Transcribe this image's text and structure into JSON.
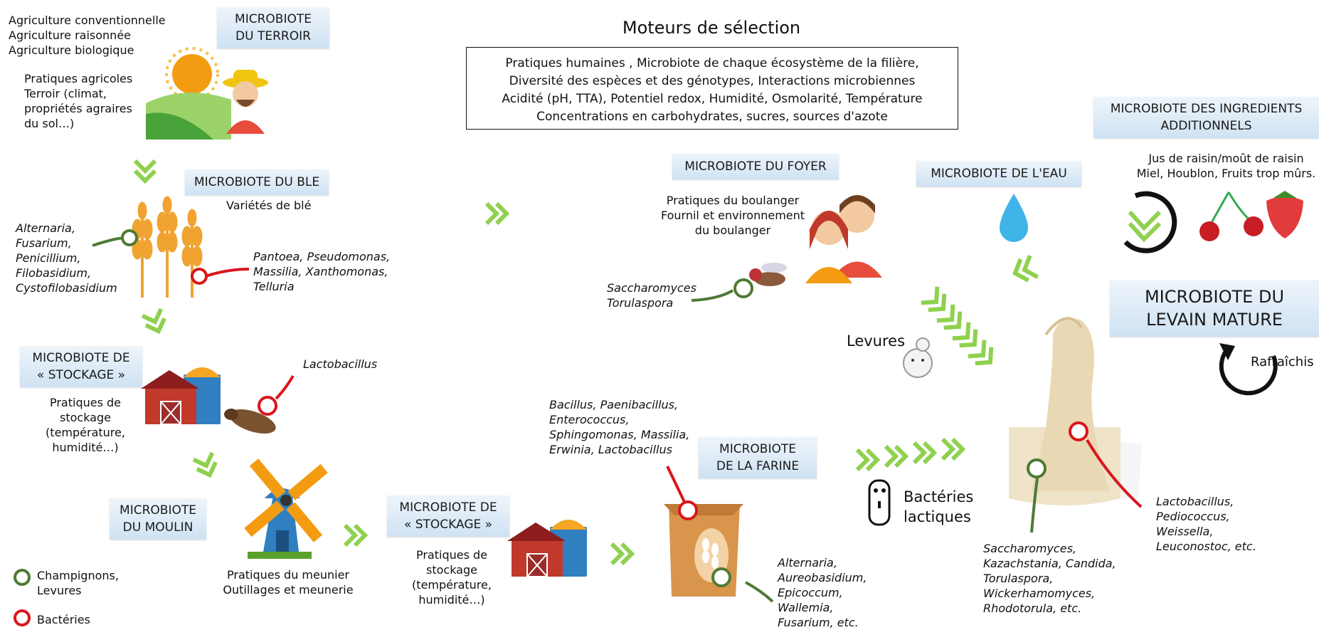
{
  "title": "Moteurs de sélection",
  "drivers": [
    "Pratiques humaines , Microbiote de chaque écosystème de la filière,",
    "Diversité des espèces et des génotypes, Interactions microbiennes",
    "Acidité (pH, TTA), Potentiel redox, Humidité, Osmolarité, Température",
    "Concentrations en carbohydrates, sucres, sources d'azote"
  ],
  "farming": [
    "Agriculture conventionnelle",
    "Agriculture raisonnée",
    "Agriculture biologique"
  ],
  "terroir_box": [
    "MICROBIOTE",
    "DU TERROIR"
  ],
  "terroir_practices": [
    "Pratiques agricoles",
    "Terroir (climat,",
    "propriétés agraires",
    "du sol…)"
  ],
  "ble_box": "MICROBIOTE DU BLE",
  "ble_varieties": "Variétés de blé",
  "ble_fungi": [
    "Alternaria,",
    "Fusarium,",
    "Penicillium,",
    "Filobasidium,",
    "Cystofilobasidium"
  ],
  "ble_bacteria": [
    "Pantoea, Pseudomonas,",
    "Massilia, Xanthomonas,",
    "Telluria"
  ],
  "stockage1_box": [
    "MICROBIOTE DE",
    "« STOCKAGE »"
  ],
  "stockage1_practices": [
    "Pratiques de",
    "stockage",
    "(température,",
    "humidité…)"
  ],
  "stockage1_bacteria": "Lactobacillus",
  "moulin_box": [
    "MICROBIOTE",
    "DU MOULIN"
  ],
  "moulin_practices": [
    "Pratiques du meunier",
    "Outillages et meunerie"
  ],
  "stockage2_box": [
    "MICROBIOTE DE",
    "« STOCKAGE »"
  ],
  "stockage2_practices": [
    "Pratiques de",
    "stockage",
    "(température,",
    "humidité…)"
  ],
  "farine_box": [
    "MICROBIOTE",
    "DE LA FARINE"
  ],
  "farine_bacteria": [
    "Bacillus, Paenibacillus,",
    "Enterococcus,",
    "Sphingomonas, Massilia,",
    "Erwinia, Lactobacillus"
  ],
  "farine_fungi": [
    "Alternaria,",
    "Aureobasidium,",
    "Epicoccum,",
    "Wallemia,",
    "Fusarium, etc."
  ],
  "foyer_box": "MICROBIOTE DU FOYER",
  "foyer_practices": [
    "Pratiques du boulanger",
    "Fournil et environnement",
    "du boulanger"
  ],
  "foyer_fungi": [
    "Saccharomyces",
    "Torulaspora"
  ],
  "eau_box": "MICROBIOTE DE L'EAU",
  "ingredients_box": [
    "MICROBIOTE DES INGREDIENTS",
    "ADDITIONNELS"
  ],
  "ingredients_list": [
    "Jus de raisin/moût de raisin",
    "Miel, Houblon, Fruits trop mûrs."
  ],
  "levain_box": [
    "MICROBIOTE DU",
    "LEVAIN MATURE"
  ],
  "rafraichis": "Rafraîchis",
  "levures": "Levures",
  "bacteries_lactiques": [
    "Bactéries",
    "lactiques"
  ],
  "levain_fungi": [
    "Saccharomyces,",
    "Kazachstania, Candida,",
    "Torulaspora,",
    "Wickerhamomyces,",
    "Rhodotorula, etc."
  ],
  "levain_bacteria": [
    "Lactobacillus,",
    "Pediococcus,",
    "Weissella,",
    "Leuconostoc, etc."
  ],
  "legend": {
    "fungi": [
      "Champignons,",
      "Levures"
    ],
    "bacteria": "Bactéries"
  },
  "colors": {
    "fungi": "#4e7a34",
    "bacteria": "#d9161c",
    "chevron": "#8fd14f",
    "box_top": "#eef5fb",
    "box_bottom": "#cfe2f3"
  }
}
